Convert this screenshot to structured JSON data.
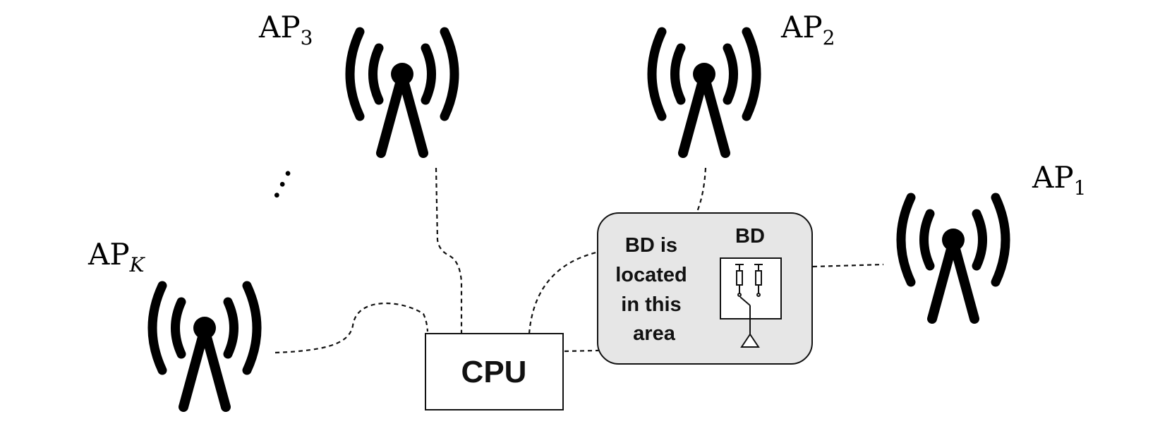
{
  "access_points": {
    "ap1": {
      "base": "AP",
      "subscript": "1"
    },
    "ap2": {
      "base": "AP",
      "subscript": "2"
    },
    "ap3": {
      "base": "AP",
      "subscript": "3"
    },
    "apk": {
      "base": "AP",
      "subscript": "K"
    }
  },
  "cpu": {
    "label": "CPU"
  },
  "bd_area": {
    "title": "BD",
    "description_lines": [
      "BD is",
      "located",
      "in this",
      "area"
    ],
    "fill_color": "#e6e6e6"
  },
  "icons": {
    "antenna": "antenna-icon",
    "bd_circuit": "bd-circuit-icon"
  },
  "ellipsis": "…"
}
